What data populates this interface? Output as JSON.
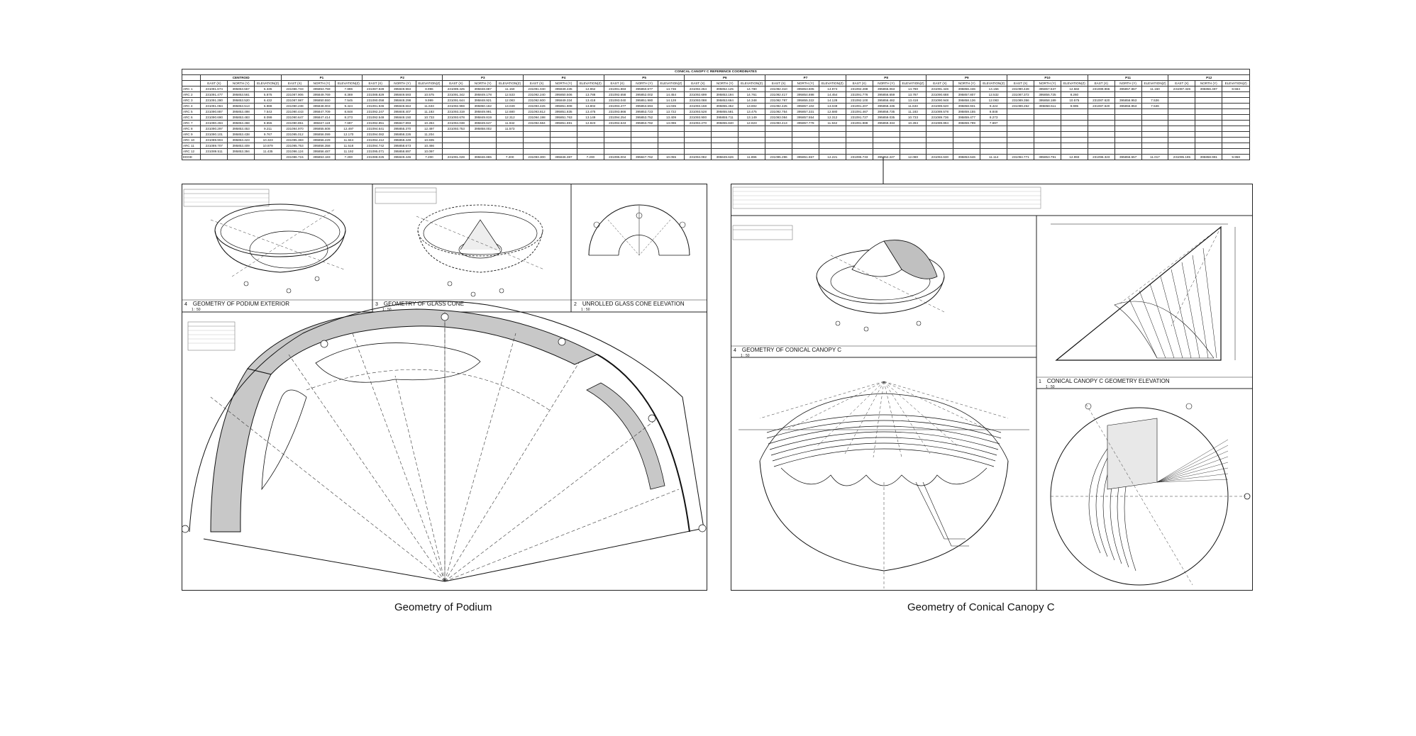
{
  "table": {
    "title": "CONICAL CANOPY C REFERENCE COORDINATES",
    "groups": [
      "CENTROID",
      "P1",
      "P2",
      "P3",
      "P4",
      "P5",
      "P6",
      "P7",
      "P8",
      "P9",
      "P10",
      "P11",
      "P12"
    ],
    "subheaders": [
      "EAST (X)",
      "NORTH (Y)",
      "ELEVATION(Z)"
    ],
    "rows": [
      {
        "label": "ARC 1",
        "cells": [
          "231091.674",
          "395853.557",
          "5.335",
          "231086.733",
          "395853.759",
          "7.896",
          "231087.828",
          "395849.984",
          "8.996",
          "231089.425",
          "395848.887",
          "11.150",
          "231091.040",
          "395849.435",
          "12.962",
          "231091.883",
          "395850.677",
          "14.736",
          "231092.264",
          "395852.125",
          "14.780",
          "231092.310",
          "395853.605",
          "14.974",
          "231092.288",
          "395855.063",
          "14.780",
          "231091.446",
          "395856.436",
          "14.156",
          "231090.428",
          "395857.537",
          "12.582",
          "231089.966",
          "395857.867",
          "11.150",
          "231087.326",
          "395856.497",
          "8.564"
        ]
      },
      {
        "label": "ARC 2",
        "cells": [
          "231091.477",
          "395853.561",
          "5.875",
          "231087.906",
          "395849.769",
          "8.369",
          "231088.829",
          "395849.593",
          "10.575",
          "231091.342",
          "395849.178",
          "12.533",
          "231092.240",
          "395850.506",
          "13.788",
          "231092.658",
          "395852.002",
          "14.454",
          "231092.699",
          "395853.194",
          "14.761",
          "231092.417",
          "395854.698",
          "14.454",
          "231091.776",
          "395856.659",
          "13.787",
          "231090.688",
          "395857.807",
          "12.532",
          "231087.372",
          "395856.725",
          "8.260",
          "",
          "",
          ""
        ]
      },
      {
        "label": "ARC 3",
        "cells": [
          "231091.280",
          "395853.520",
          "6.432",
          "231087.987",
          "395850.550",
          "7.545",
          "231090.058",
          "395848.298",
          "9.999",
          "231091.644",
          "395848.921",
          "12.083",
          "231092.600",
          "395849.334",
          "13.418",
          "231093.040",
          "395851.980",
          "14.128",
          "231093.088",
          "395853.664",
          "14.348",
          "231092.787",
          "395855.322",
          "14.128",
          "231092.100",
          "395856.482",
          "13.418",
          "231090.948",
          "395858.136",
          "12.083",
          "231089.356",
          "395858.189",
          "10.575",
          "231087.620",
          "395856.953",
          "7.536"
        ]
      },
      {
        "label": "ARC 4",
        "cells": [
          "231091.084",
          "395853.513",
          "6.988",
          "231090.238",
          "395848.003",
          "9.424",
          "231091.946",
          "395848.664",
          "11.633",
          "231092.959",
          "395850.162",
          "13.049",
          "231093.426",
          "395851.908",
          "13.802",
          "231093.477",
          "395853.694",
          "14.035",
          "231093.158",
          "395855.452",
          "13.802",
          "231092.425",
          "395857.102",
          "13.049",
          "231091.207",
          "395858.436",
          "11.633",
          "231089.620",
          "395858.931",
          "9.424",
          "231089.262",
          "395858.511",
          "9.995",
          "231087.620",
          "395856.953",
          "7.536"
        ]
      },
      {
        "label": "ARC 5",
        "cells": [
          "231090.887",
          "395853.498",
          "7.543",
          "231090.443",
          "395847.709",
          "8.848",
          "231092.247",
          "395848.407",
          "11.183",
          "231093.319",
          "395849.991",
          "12.680",
          "231093.812",
          "395851.835",
          "13.475",
          "231093.866",
          "395853.723",
          "13.722",
          "231093.528",
          "395855.581",
          "13.475",
          "231092.754",
          "395857.331",
          "12.680",
          "231091.467",
          "395858.735",
          "11.183",
          "231089.578",
          "395859.155",
          "8.848",
          "",
          "",
          "",
          "",
          "",
          ""
        ]
      },
      {
        "label": "ARC 6",
        "cells": [
          "231090.690",
          "395853.483",
          "8.099",
          "231090.647",
          "395847.414",
          "8.273",
          "231092.549",
          "395848.150",
          "10.733",
          "231093.678",
          "395849.819",
          "12.312",
          "231094.198",
          "395851.763",
          "13.149",
          "231094.254",
          "395853.752",
          "13.409",
          "231093.900",
          "395855.711",
          "13.149",
          "231093.084",
          "395857.554",
          "12.312",
          "231091.727",
          "395859.035",
          "10.733",
          "231089.736",
          "395859.477",
          "8.273",
          "",
          "",
          "",
          "",
          "",
          ""
        ]
      },
      {
        "label": "ARC 7",
        "cells": [
          "231090.494",
          "395853.468",
          "8.655",
          "231090.851",
          "395847.119",
          "7.697",
          "231092.851",
          "395847.893",
          "10.284",
          "231094.038",
          "395849.647",
          "11.942",
          "231094.584",
          "395851.691",
          "12.823",
          "231094.643",
          "395853.782",
          "13.096",
          "231094.270",
          "395855.840",
          "12.823",
          "231093.413",
          "395857.778",
          "11.942",
          "231091.988",
          "395859.334",
          "10.284",
          "231089.894",
          "395859.799",
          "7.697",
          "",
          "",
          "",
          "",
          "",
          ""
        ]
      },
      {
        "label": "ARC 8",
        "cells": [
          "231090.297",
          "395853.453",
          "9.211",
          "231094.970",
          "395855.608",
          "12.497",
          "231094.641",
          "395855.370",
          "12.497",
          "231093.753",
          "395858.002",
          "11.573",
          "",
          "",
          "",
          "",
          "",
          "",
          "",
          "",
          "",
          "",
          "",
          "",
          "",
          "",
          "",
          "",
          "",
          "",
          "",
          "",
          "",
          "",
          "",
          ""
        ]
      },
      {
        "label": "ARC 9",
        "cells": [
          "231090.101",
          "395853.438",
          "9.767",
          "231095.012",
          "395856.099",
          "12.170",
          "231094.082",
          "395858.226",
          "11.204",
          "",
          "",
          "",
          "",
          "",
          "",
          "",
          "",
          "",
          "",
          "",
          "",
          "",
          "",
          "",
          "",
          "",
          "",
          "",
          "",
          "",
          "",
          "",
          "",
          "",
          "",
          ""
        ]
      },
      {
        "label": "ARC 10",
        "cells": [
          "231089.904",
          "395853.423",
          "10.323",
          "231095.383",
          "395856.229",
          "11.844",
          "231094.412",
          "395858.449",
          "10.835",
          "",
          "",
          "",
          "",
          "",
          "",
          "",
          "",
          "",
          "",
          "",
          "",
          "",
          "",
          "",
          "",
          "",
          "",
          "",
          "",
          "",
          "",
          "",
          "",
          "",
          "",
          ""
        ]
      },
      {
        "label": "ARC 11",
        "cells": [
          "231089.707",
          "395853.409",
          "10.879",
          "231095.753",
          "395856.358",
          "11.518",
          "231094.742",
          "395858.673",
          "10.466",
          "",
          "",
          "",
          "",
          "",
          "",
          "",
          "",
          "",
          "",
          "",
          "",
          "",
          "",
          "",
          "",
          "",
          "",
          "",
          "",
          "",
          "",
          "",
          "",
          "",
          "",
          ""
        ]
      },
      {
        "label": "ARC 12",
        "cells": [
          "231089.511",
          "395853.394",
          "11.435",
          "231096.124",
          "395856.487",
          "11.192",
          "231095.071",
          "395858.897",
          "10.097",
          "",
          "",
          "",
          "",
          "",
          "",
          "",
          "",
          "",
          "",
          "",
          "",
          "",
          "",
          "",
          "",
          "",
          "",
          "",
          "",
          "",
          "",
          "",
          "",
          "",
          "",
          ""
        ]
      },
      {
        "label": "EDGE",
        "cells": [
          "",
          "",
          "",
          "231086.715",
          "395853.183",
          "7.200",
          "231088.025",
          "395849.446",
          "7.200",
          "231091.028",
          "395846.865",
          "7.200",
          "231093.300",
          "395846.387",
          "7.200",
          "231095.004",
          "395847.762",
          "10.055",
          "231094.082",
          "395849.626",
          "11.896",
          "231095.296",
          "395851.557",
          "12.221",
          "231095.733",
          "395852.227",
          "12.080",
          "231094.630",
          "395853.646",
          "11.114",
          "231094.771",
          "395853.791",
          "12.993",
          "231096.323",
          "395856.557",
          "11.017",
          "231095.195",
          "395858.991",
          "9.958"
        ]
      }
    ]
  },
  "left_panels": {
    "p1": {
      "number": "4",
      "title": "GEOMETRY OF PODIUM EXTERIOR",
      "scale": "1 : 50"
    },
    "p2": {
      "number": "3",
      "title": "GEOMETRY OF GLASS CONE",
      "scale": "1 : 50"
    },
    "p3": {
      "number": "2",
      "title": "UNROLLED GLASS CONE ELEVATION",
      "scale": "1 : 50"
    }
  },
  "right_panels": {
    "p1": {
      "number": "4",
      "title": "GEOMETRY OF CONICAL CANOPY C",
      "scale": "1 : 50"
    },
    "p2": {
      "number": "1",
      "title": "CONICAL CANOPY C GEOMETRY ELEVATION",
      "scale": "1 : 50"
    }
  },
  "captions": {
    "left": "Geometry of Podium",
    "right": "Geometry of Conical Canopy C"
  }
}
